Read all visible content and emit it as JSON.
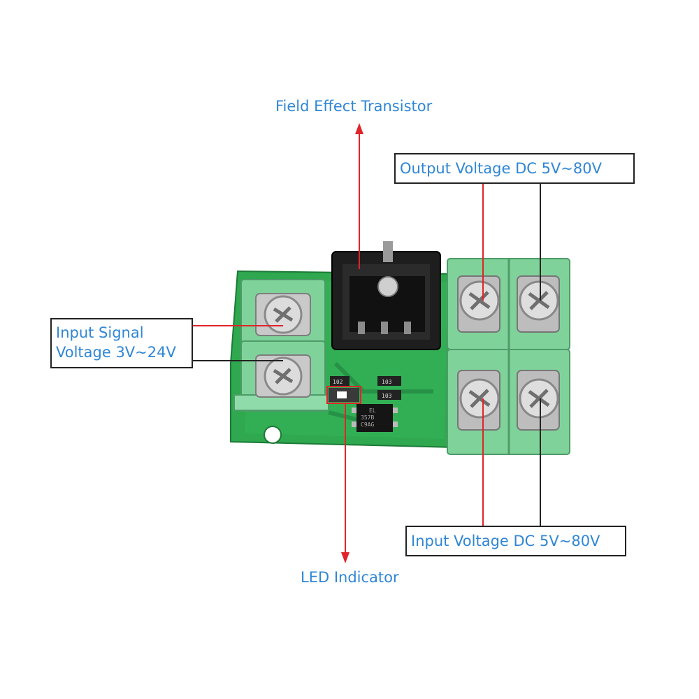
{
  "labels": {
    "fet": "Field Effect Transistor",
    "output_voltage": "Output Voltage DC 5V~80V",
    "input_signal_line1": "Input Signal",
    "input_signal_line2": "Voltage 3V~24V",
    "input_voltage": "Input Voltage DC 5V~80V",
    "led": "LED Indicator"
  },
  "colors": {
    "label_text": "#2f86d6",
    "arrow_red": "#e0242a",
    "line_dark": "#222222",
    "pcb_green": "#2fa84f",
    "terminal_green": "#7fd39a"
  },
  "board_markings": {
    "chip_text_1": "EL",
    "chip_text_2": "357B",
    "chip_text_3": "C9AG",
    "resistor_1": "103",
    "resistor_2": "103",
    "resistor_3": "102"
  }
}
